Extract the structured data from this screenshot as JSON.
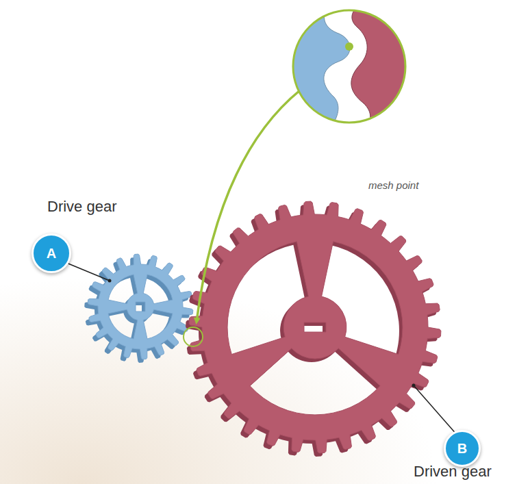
{
  "diagram": {
    "nodes": [
      {
        "text": [
          "A"
        ]
      },
      {
        "text": [
          "B"
        ]
      }
    ],
    "labels": [
      "mesh point",
      "Drive gear",
      "Driven gear"
    ]
  }
}
